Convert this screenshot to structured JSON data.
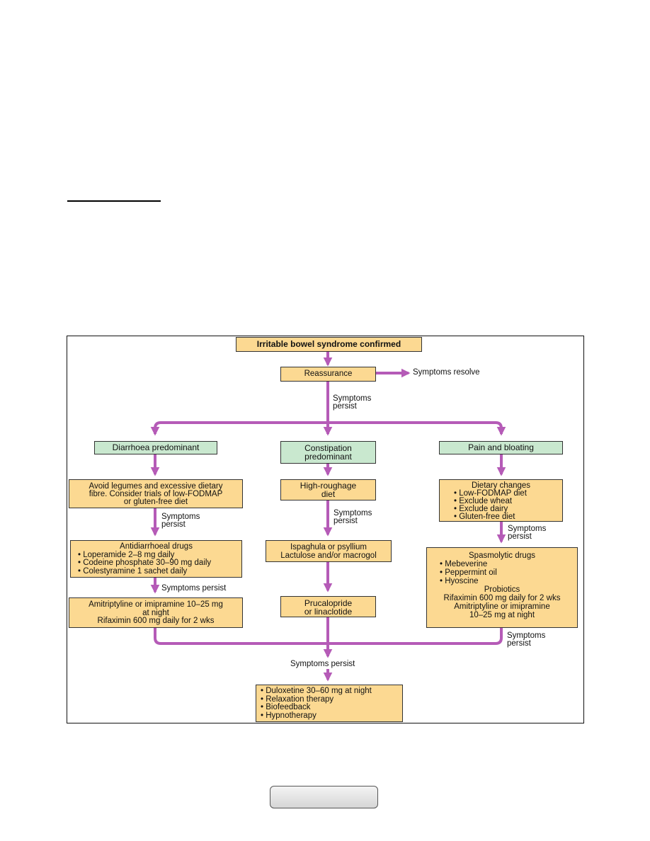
{
  "flowchart": {
    "nodes": {
      "confirmed": "Irritable bowel syndrome confirmed",
      "reassurance": "Reassurance",
      "diarrhoea": "Diarrhoea predominant",
      "constipation": [
        "Constipation",
        "predominant"
      ],
      "pain": "Pain and bloating",
      "avoid_legumes": [
        "Avoid legumes and excessive dietary",
        "fibre. Consider trials of low-FODMAP",
        "or gluten-free diet"
      ],
      "high_roughage": [
        "High-roughage",
        "diet"
      ],
      "dietary_changes": {
        "title": "Dietary changes",
        "items": [
          "Low-FODMAP diet",
          "Exclude wheat",
          "Exclude dairy",
          "Gluten-free diet"
        ]
      },
      "antidiarrhoeal": {
        "title": "Antidiarrhoeal drugs",
        "items": [
          "Loperamide 2–8 mg daily",
          "Codeine phosphate 30–90 mg daily",
          "Colestyramine 1 sachet daily"
        ]
      },
      "ispaghula": [
        "Ispaghula or psyllium",
        "Lactulose and/or macrogol"
      ],
      "spasmolytic": {
        "title": "Spasmolytic drugs",
        "items": [
          "Mebeverine",
          "Peppermint oil",
          "Hyoscine"
        ],
        "probiotics": "Probiotics",
        "extra": [
          "Rifaximin 600 mg daily for 2 wks",
          "Amitriptyline or imipramine",
          "10–25 mg at night"
        ]
      },
      "amitriptyline": [
        "Amitriptyline or imipramine 10–25 mg",
        "at night",
        "Rifaximin 600 mg daily for 2 wks"
      ],
      "prucalopride": [
        "Prucalopride",
        "or linaclotide"
      ],
      "final": [
        "Duloxetine 30–60 mg at night",
        "Relaxation therapy",
        "Biofeedback",
        "Hypnotherapy"
      ]
    },
    "edge_labels": {
      "symptoms_resolve": "Symptoms resolve",
      "symptoms": "Symptoms",
      "persist": "persist",
      "symptoms_persist": "Symptoms persist"
    },
    "colors": {
      "arrow": "#b55bb7",
      "action_box": "#fcd992",
      "category_box": "#c9e8cf"
    }
  }
}
